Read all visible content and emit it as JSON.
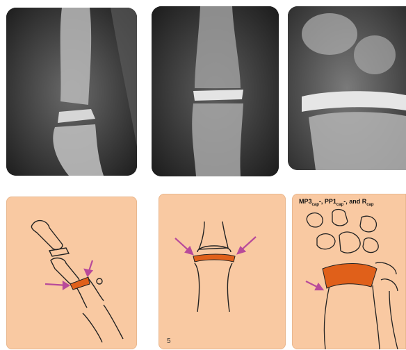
{
  "panels": {
    "sketch3": {
      "caption_parts": [
        "MP3",
        "cap",
        "-, PP1",
        "cap",
        "-, and R",
        "cap"
      ]
    },
    "sketch2": {
      "number": "5"
    }
  },
  "colors": {
    "background": "#ffffff",
    "sketch_bg": "#f9c9a2",
    "cap_orange": "#e0601a",
    "arrow_magenta": "#b84a9a",
    "line_dark": "#222222"
  }
}
